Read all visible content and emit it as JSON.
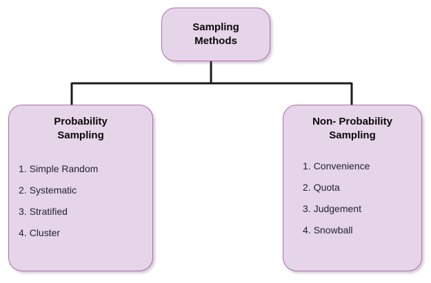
{
  "diagram": {
    "type": "tree-hierarchy",
    "background_color": "#ffffff",
    "node_fill_color": "#e6d4e8",
    "node_border_color": "#a86fa8",
    "connector_color": "#1a1a1a",
    "text_color": "#1b2233",
    "heading_color": "#0a0a0a",
    "root": {
      "title": "Sampling\nMethods"
    },
    "branches": [
      {
        "title": "Probability\nSampling",
        "items": [
          {
            "num": "1.",
            "label": "Simple Random"
          },
          {
            "num": "2.",
            "label": "Systematic"
          },
          {
            "num": "3.",
            "label": "Stratified"
          },
          {
            "num": "4.",
            "label": "Cluster"
          }
        ]
      },
      {
        "title": "Non- Probability\nSampling",
        "items": [
          {
            "num": "1.",
            "label": "Convenience"
          },
          {
            "num": "2.",
            "label": "Quota"
          },
          {
            "num": "3.",
            "label": "Judgement"
          },
          {
            "num": "4.",
            "label": "Snowball"
          }
        ]
      }
    ]
  }
}
